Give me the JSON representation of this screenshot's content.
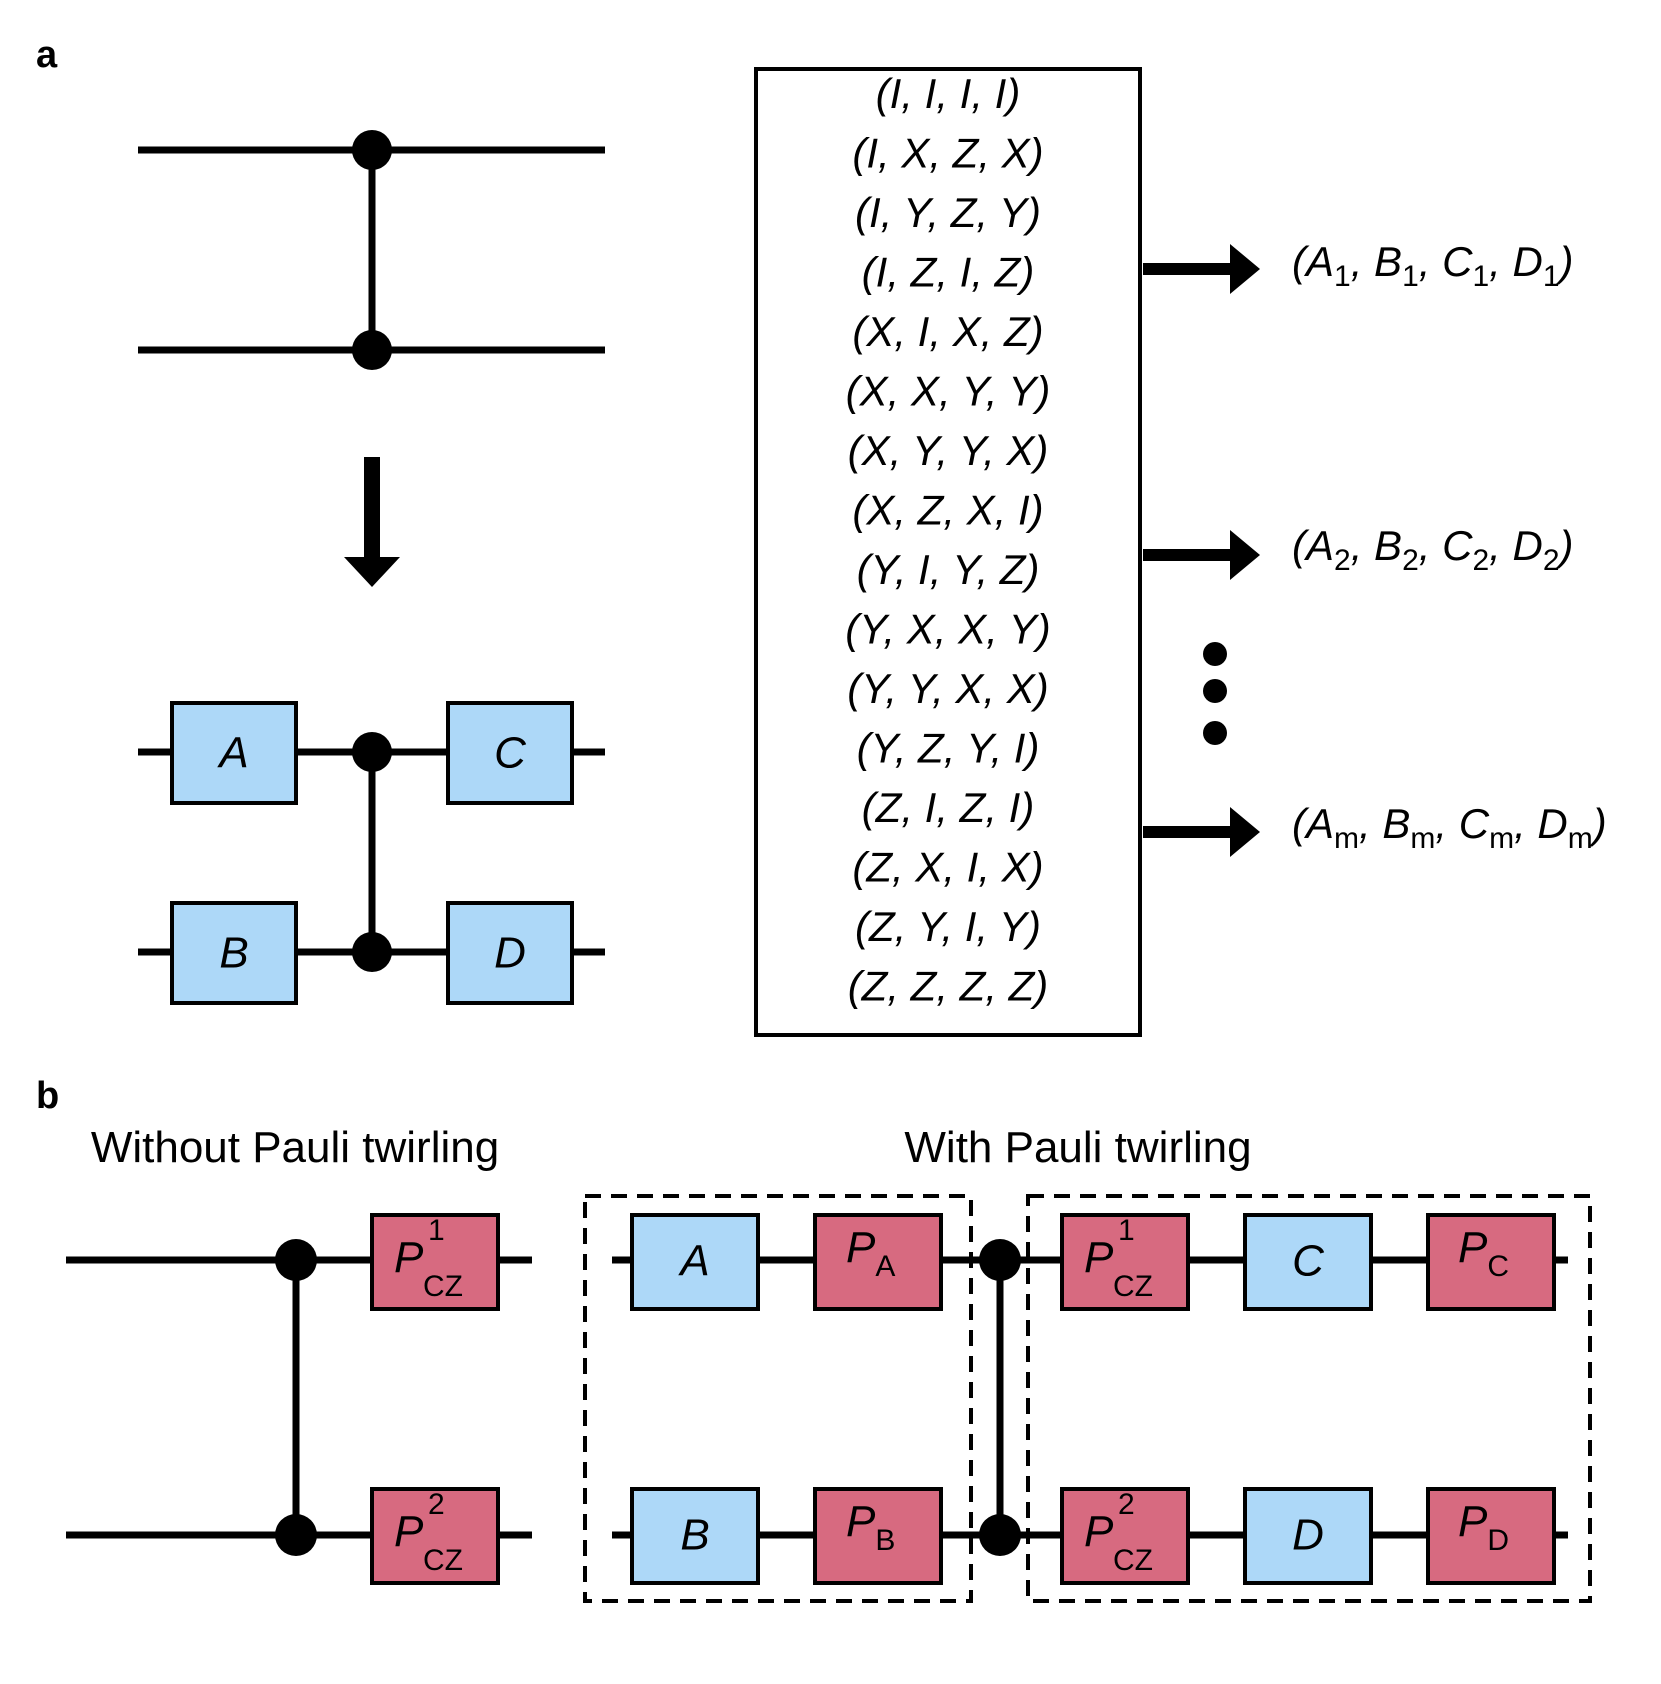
{
  "panel_a": {
    "label": "a",
    "gates": {
      "A": "A",
      "B": "B",
      "C": "C",
      "D": "D"
    },
    "twirl_table": [
      "(I, I, I, I)",
      "(I, X, Z, X)",
      "(I, Y, Z, Y)",
      "(I, Z, I, Z)",
      "(X, I, X, Z)",
      "(X, X, Y, Y)",
      "(X, Y, Y, X)",
      "(X, Z, X, I)",
      "(Y, I, Y, Z)",
      "(Y, X, X, Y)",
      "(Y, Y, X, X)",
      "(Y, Z, Y, I)",
      "(Z, I, Z, I)",
      "(Z, X, I, X)",
      "(Z, Y, I, Y)",
      "(Z, Z, Z, Z)"
    ],
    "outputs": [
      {
        "letters": [
          "A",
          "B",
          "C",
          "D"
        ],
        "sub": "1"
      },
      {
        "letters": [
          "A",
          "B",
          "C",
          "D"
        ],
        "sub": "2"
      },
      {
        "letters": [
          "A",
          "B",
          "C",
          "D"
        ],
        "sub": "m"
      }
    ]
  },
  "panel_b": {
    "label": "b",
    "left_title": "Without Pauli twirling",
    "right_title": "With Pauli twirling",
    "pcz_base": "P",
    "pcz_sub": "CZ",
    "pcz_sup_1": "1",
    "pcz_sup_2": "2",
    "gates": {
      "A": "A",
      "B": "B",
      "C": "C",
      "D": "D"
    },
    "pauli_base": "P",
    "pauli_subs": {
      "A": "A",
      "B": "B",
      "C": "C",
      "D": "D"
    }
  },
  "colors": {
    "single_qubit_gate": "#add8f8",
    "pauli_gate": "#d76a80",
    "line": "#000000"
  }
}
